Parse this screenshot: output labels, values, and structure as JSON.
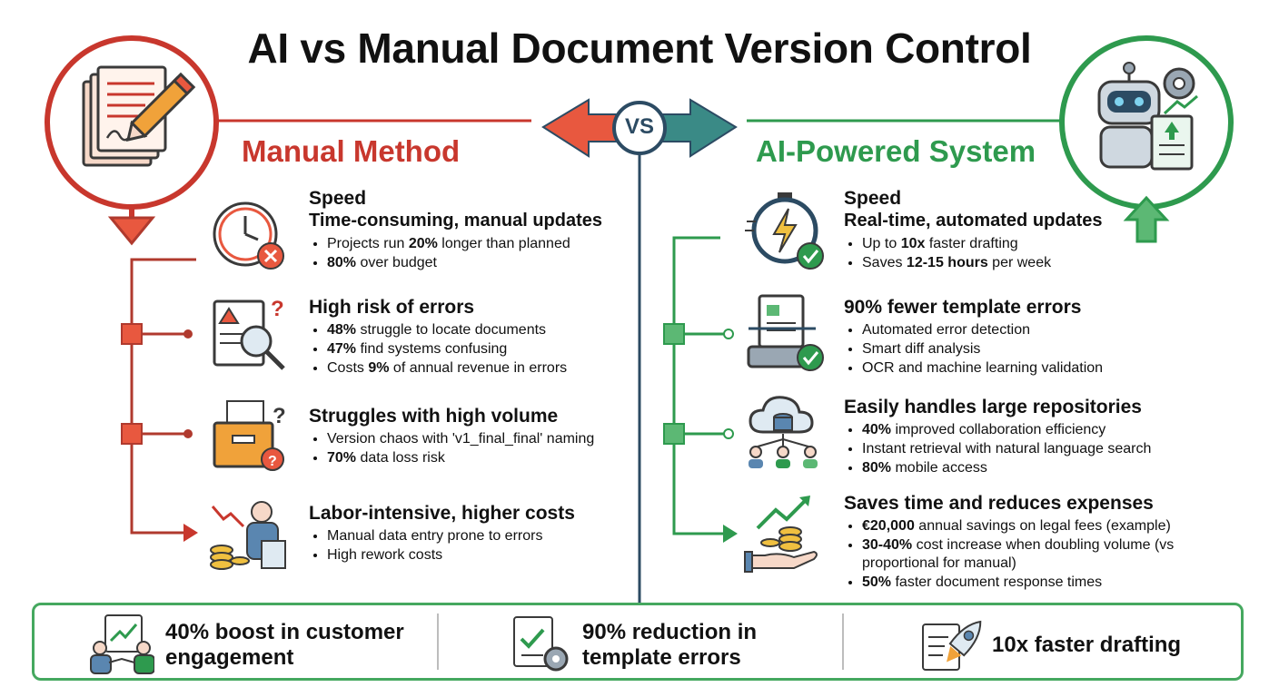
{
  "title": "AI vs Manual Document Version Control",
  "vs_label": "VS",
  "colors": {
    "manual": "#c8372d",
    "ai": "#2e9a4e",
    "navy": "#2c4b63"
  },
  "manual": {
    "title": "Manual Method",
    "items": [
      {
        "heading": "Speed",
        "subheading": "Time-consuming, manual updates",
        "bullets": [
          {
            "bold": "",
            "pre": "Projects run ",
            "strong": "20%",
            "post": " longer than planned"
          },
          {
            "pre": "",
            "strong": "80%",
            "post": " over budget"
          }
        ]
      },
      {
        "heading": "High risk of errors",
        "bullets": [
          {
            "pre": "",
            "strong": "48%",
            "post": " struggle to locate documents"
          },
          {
            "pre": "",
            "strong": "47%",
            "post": " find systems confusing"
          },
          {
            "pre": "Costs ",
            "strong": "9%",
            "post": " of annual revenue in errors"
          }
        ]
      },
      {
        "heading": "Struggles with high volume",
        "bullets": [
          {
            "pre": "Version chaos with 'v1_final_final' naming",
            "strong": "",
            "post": ""
          },
          {
            "pre": "",
            "strong": "70%",
            "post": " data loss risk"
          }
        ]
      },
      {
        "heading": "Labor-intensive, higher costs",
        "bullets": [
          {
            "pre": "Manual data entry prone to errors",
            "strong": "",
            "post": ""
          },
          {
            "pre": "High rework costs",
            "strong": "",
            "post": ""
          }
        ]
      }
    ]
  },
  "ai": {
    "title": "AI-Powered System",
    "items": [
      {
        "heading": "Speed",
        "subheading": "Real-time, automated updates",
        "bullets": [
          {
            "pre": "Up to ",
            "strong": "10x",
            "post": " faster drafting"
          },
          {
            "pre": "Saves ",
            "strong": "12-15 hours",
            "post": " per week"
          }
        ]
      },
      {
        "heading": "90% fewer template errors",
        "bullets": [
          {
            "pre": "Automated error detection",
            "strong": "",
            "post": ""
          },
          {
            "pre": "Smart diff analysis",
            "strong": "",
            "post": ""
          },
          {
            "pre": "OCR and machine learning validation",
            "strong": "",
            "post": ""
          }
        ]
      },
      {
        "heading": "Easily handles large repositories",
        "bullets": [
          {
            "pre": "",
            "strong": "40%",
            "post": " improved collaboration efficiency"
          },
          {
            "pre": "Instant retrieval with natural language search",
            "strong": "",
            "post": ""
          },
          {
            "pre": "",
            "strong": "80%",
            "post": " mobile access"
          }
        ]
      },
      {
        "heading": "Saves time and reduces expenses",
        "bullets": [
          {
            "pre": "",
            "strong": "€20,000",
            "post": " annual savings on legal fees (example)"
          },
          {
            "pre": "",
            "strong": "30-40%",
            "post": " cost increase when doubling volume (vs proportional for manual)"
          },
          {
            "pre": "",
            "strong": "50%",
            "post": " faster document response times"
          }
        ]
      }
    ]
  },
  "stats": [
    {
      "line1": "40% boost in customer",
      "line2": "engagement"
    },
    {
      "line1": "90% reduction in",
      "line2": "template errors"
    },
    {
      "line1": "10x faster drafting",
      "line2": ""
    }
  ]
}
